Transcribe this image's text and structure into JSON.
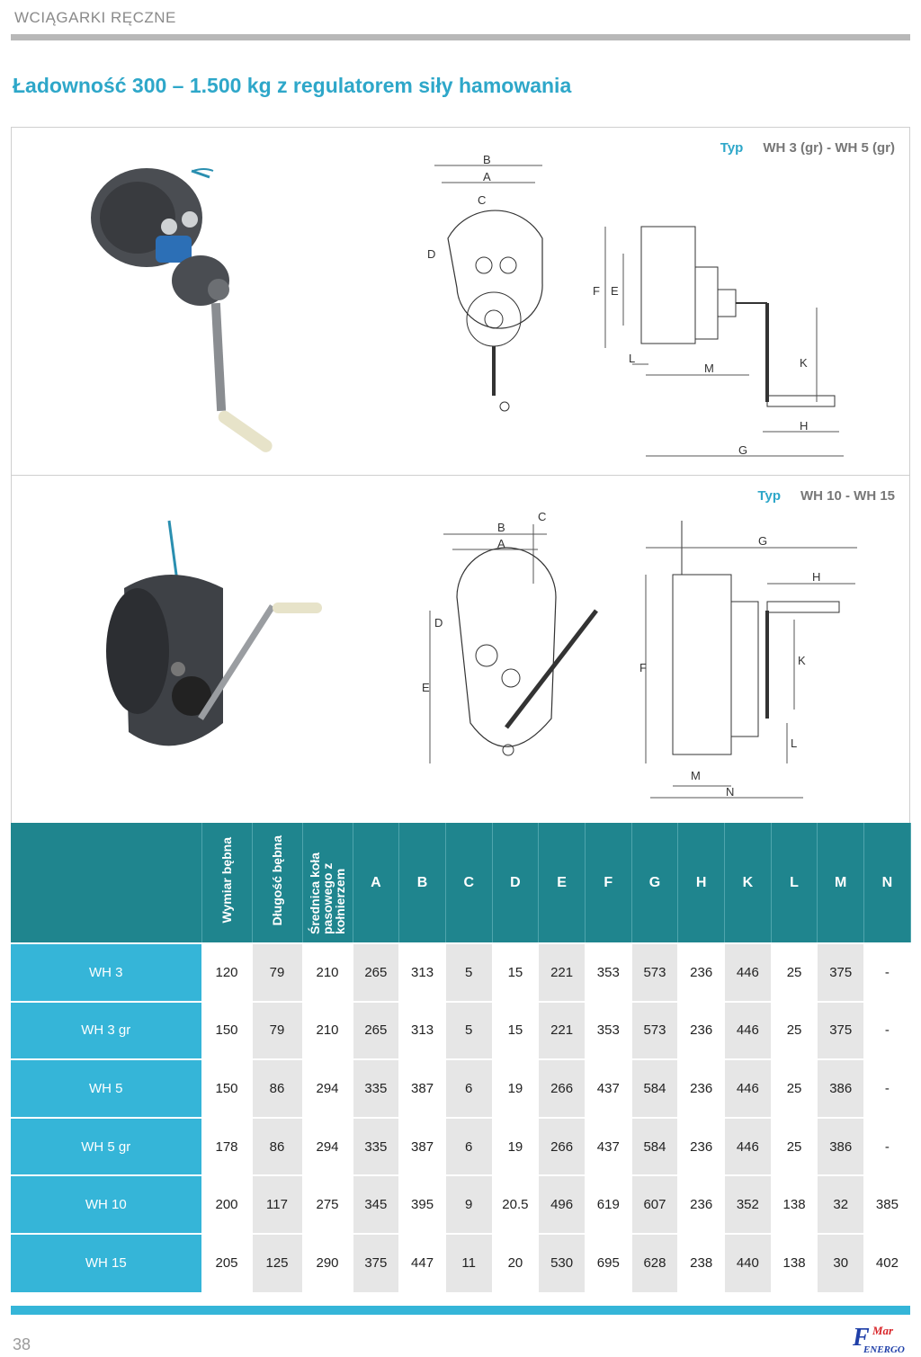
{
  "header": {
    "section": "WCIĄGARKI RĘCZNE",
    "title": "Ładowność 300 – 1.500 kg z regulatorem siły hamowania"
  },
  "panels": [
    {
      "type_label": "Typ",
      "type_value": "WH 3 (gr) - WH 5 (gr)"
    },
    {
      "type_label": "Typ",
      "type_value": "WH 10 - WH 15"
    }
  ],
  "dimension_letters": {
    "p1_front": [
      "B",
      "A",
      "C",
      "D"
    ],
    "p1_side": [
      "F",
      "E",
      "L",
      "M",
      "K",
      "H",
      "G"
    ],
    "p2_front": [
      "B",
      "C",
      "A",
      "D",
      "E"
    ],
    "p2_side": [
      "G",
      "H",
      "F",
      "K",
      "L",
      "M",
      "N"
    ]
  },
  "table": {
    "headers": [
      "",
      "Wymiar bębna",
      "Długość bębna",
      "Średnica koła pasowego z kołnierzem",
      "A",
      "B",
      "C",
      "D",
      "E",
      "F",
      "G",
      "H",
      "K",
      "L",
      "M",
      "N"
    ],
    "rows": [
      [
        "WH 3",
        "120",
        "79",
        "210",
        "265",
        "313",
        "5",
        "15",
        "221",
        "353",
        "573",
        "236",
        "446",
        "25",
        "375",
        "-"
      ],
      [
        "WH 3 gr",
        "150",
        "79",
        "210",
        "265",
        "313",
        "5",
        "15",
        "221",
        "353",
        "573",
        "236",
        "446",
        "25",
        "375",
        "-"
      ],
      [
        "WH 5",
        "150",
        "86",
        "294",
        "335",
        "387",
        "6",
        "19",
        "266",
        "437",
        "584",
        "236",
        "446",
        "25",
        "386",
        "-"
      ],
      [
        "WH 5 gr",
        "178",
        "86",
        "294",
        "335",
        "387",
        "6",
        "19",
        "266",
        "437",
        "584",
        "236",
        "446",
        "25",
        "386",
        "-"
      ],
      [
        "WH 10",
        "200",
        "117",
        "275",
        "345",
        "395",
        "9",
        "20.5",
        "496",
        "619",
        "607",
        "236",
        "352",
        "138",
        "32",
        "385"
      ],
      [
        "WH 15",
        "205",
        "125",
        "290",
        "375",
        "447",
        "11",
        "20",
        "530",
        "695",
        "628",
        "238",
        "440",
        "138",
        "30",
        "402"
      ]
    ]
  },
  "footer": {
    "page_number": "38",
    "logo_top": "Mar",
    "logo_mid": "F",
    "logo_bottom": "ENERGO"
  },
  "colors": {
    "accent": "#2ea7c9",
    "header_teal": "#1f858e",
    "model_cell": "#35b5d8",
    "alt_col": "#e6e6e6"
  }
}
